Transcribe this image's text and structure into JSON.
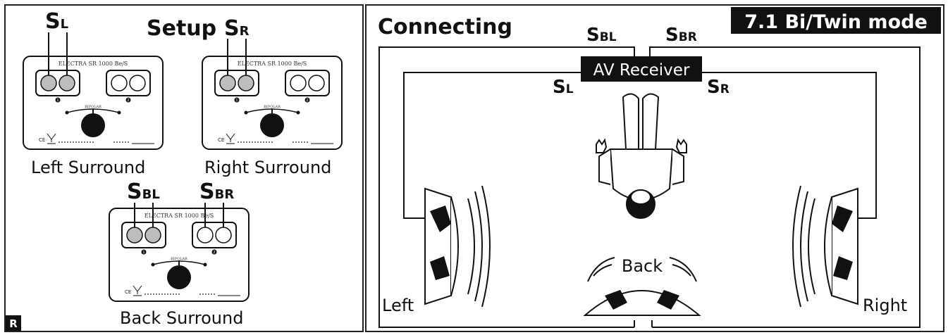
{
  "setup": {
    "title": "Setup",
    "s_l": "S",
    "s_l_sub": "L",
    "s_r": "S",
    "s_r_sub": "R",
    "s_bl": "S",
    "s_bl_sub": "BL",
    "s_br": "S",
    "s_br_sub": "BR",
    "amp_model": "ELECTRA SR 1000 Be/S",
    "amp_selector_label": "BIPOLAR",
    "amp_mark_1": "1",
    "amp_mark_2": "2",
    "left_caption": "Left Surround",
    "right_caption": "Right Surround",
    "back_caption": "Back Surround",
    "corner_badge": "R"
  },
  "connecting": {
    "title": "Connecting",
    "mode_badge": "7.1 Bi/Twin mode",
    "receiver": "AV Receiver",
    "s_bl": "S",
    "s_bl_sub": "BL",
    "s_br": "S",
    "s_br_sub": "BR",
    "s_l": "S",
    "s_l_sub": "L",
    "s_r": "S",
    "s_r_sub": "R",
    "left_label": "Left",
    "right_label": "Right",
    "back_label": "Back"
  },
  "colors": {
    "line": "#111111",
    "badge_bg": "#111111",
    "badge_fg": "#ffffff",
    "terminal_fill": "#bdbdbd"
  }
}
